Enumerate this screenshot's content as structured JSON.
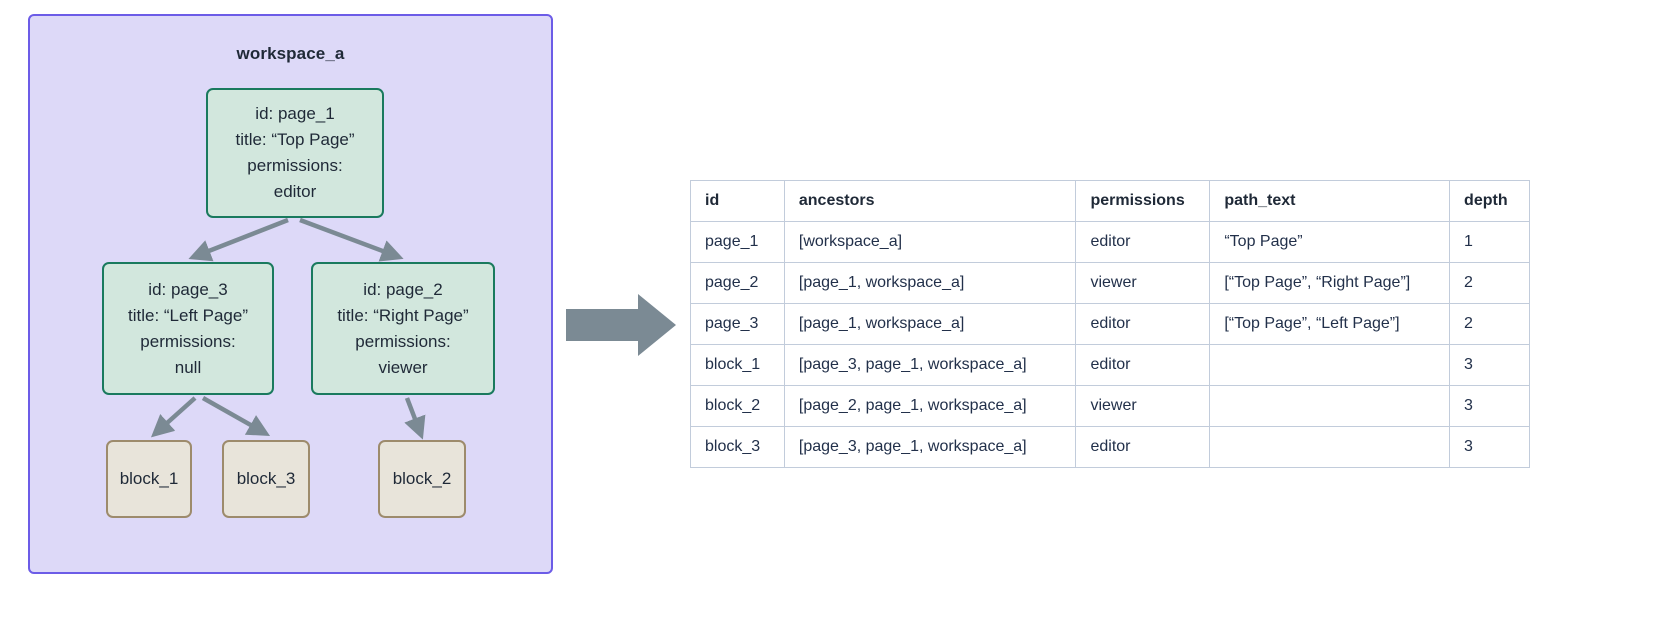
{
  "workspace": {
    "title": "workspace_a",
    "container_color": "#ddd9f8",
    "border_color": "#6c5ce7"
  },
  "diagram": {
    "page_node_fill": "#d2e7dd",
    "page_node_border": "#1a7a5e",
    "block_node_fill": "#e8e4da",
    "block_node_border": "#9d8b6c",
    "edge_color": "#7b8a94",
    "nodes": [
      {
        "key": "page_1",
        "type": "page",
        "lines": [
          "id: page_1",
          "title: “Top Page”",
          "permissions:",
          "editor"
        ]
      },
      {
        "key": "page_3",
        "type": "page",
        "lines": [
          "id: page_3",
          "title: “Left Page”",
          "permissions:",
          "null"
        ]
      },
      {
        "key": "page_2",
        "type": "page",
        "lines": [
          "id: page_2",
          "title: “Right Page”",
          "permissions:",
          "viewer"
        ]
      },
      {
        "key": "block_1",
        "type": "block",
        "label": "block_1"
      },
      {
        "key": "block_3",
        "type": "block",
        "label": "block_3"
      },
      {
        "key": "block_2",
        "type": "block",
        "label": "block_2"
      }
    ],
    "edges": [
      {
        "from": "page_1",
        "to": "page_3"
      },
      {
        "from": "page_1",
        "to": "page_2"
      },
      {
        "from": "page_3",
        "to": "block_1"
      },
      {
        "from": "page_3",
        "to": "block_3"
      },
      {
        "from": "page_2",
        "to": "block_2"
      }
    ]
  },
  "transition": {
    "arrow_icon": "right-block-arrow",
    "color": "#7b8a94"
  },
  "table": {
    "columns": [
      "id",
      "ancestors",
      "permissions",
      "path_text",
      "depth"
    ],
    "rows": [
      {
        "id": "page_1",
        "ancestors": "[workspace_a]",
        "permissions": "editor",
        "path_text": "“Top Page”",
        "depth": "1"
      },
      {
        "id": "page_2",
        "ancestors": "[page_1, workspace_a]",
        "permissions": "viewer",
        "path_text": "[“Top Page”, “Right Page”]",
        "depth": "2"
      },
      {
        "id": "page_3",
        "ancestors": "[page_1, workspace_a]",
        "permissions": "editor",
        "path_text": "[“Top Page”, “Left Page”]",
        "depth": "2"
      },
      {
        "id": "block_1",
        "ancestors": "[page_3, page_1, workspace_a]",
        "permissions": "editor",
        "path_text": "",
        "depth": "3"
      },
      {
        "id": "block_2",
        "ancestors": "[page_2, page_1, workspace_a]",
        "permissions": "viewer",
        "path_text": "",
        "depth": "3"
      },
      {
        "id": "block_3",
        "ancestors": "[page_3, page_1, workspace_a]",
        "permissions": "editor",
        "path_text": "",
        "depth": "3"
      }
    ]
  }
}
